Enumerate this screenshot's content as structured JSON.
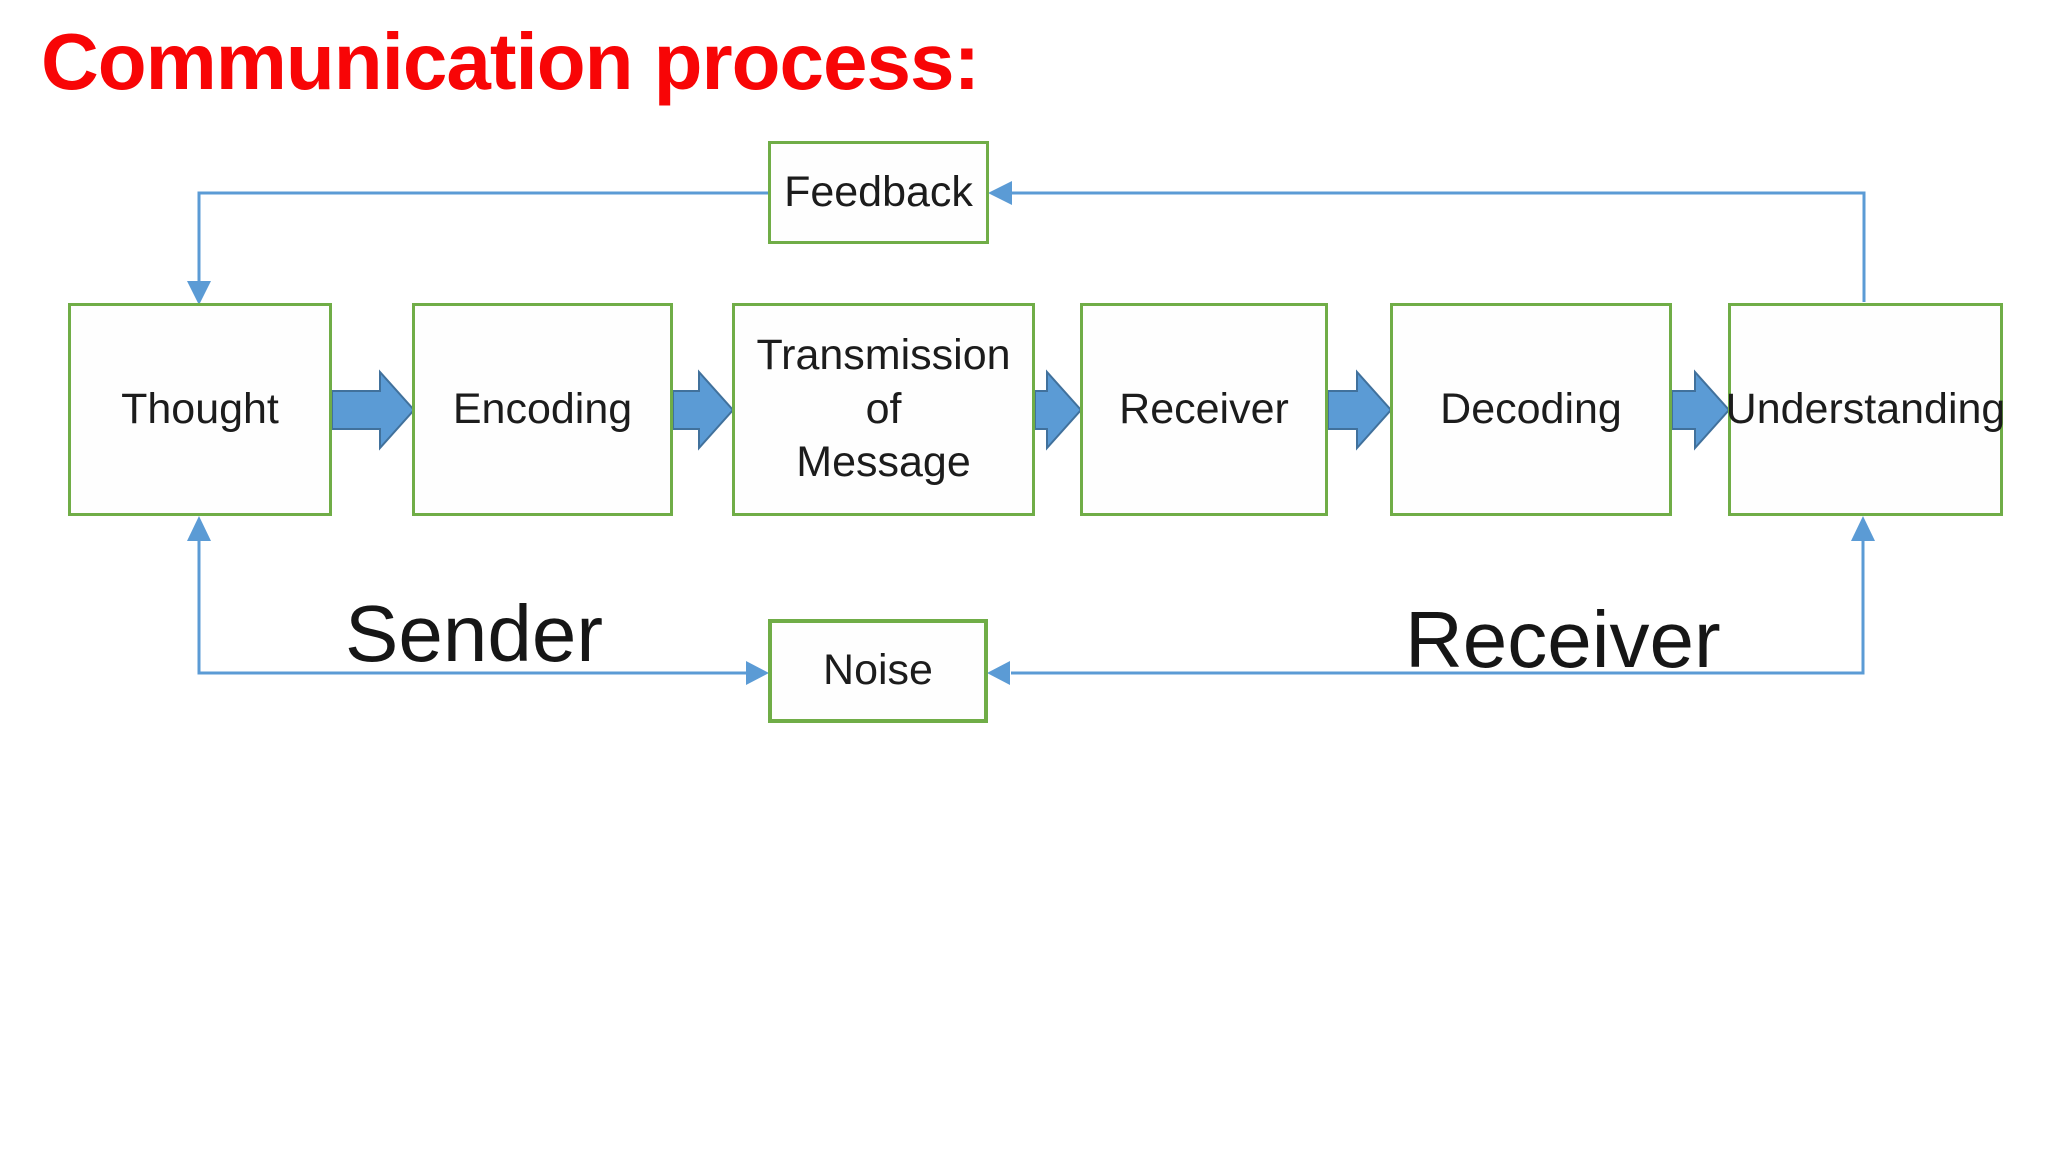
{
  "title": "Communication process:",
  "diagram": {
    "stages": [
      {
        "label": "Thought"
      },
      {
        "label": "Encoding"
      },
      {
        "label": "Transmission of\nMessage"
      },
      {
        "label": "Receiver"
      },
      {
        "label": "Decoding"
      },
      {
        "label": "Understanding"
      }
    ],
    "feedback_label": "Feedback",
    "noise_label": "Noise",
    "sender_label": "Sender",
    "receiver_label": "Receiver"
  },
  "colors": {
    "title_red": "#f80506",
    "box_border_green": "#70ad47",
    "connector_blue": "#5b9bd5",
    "block_arrow_fill": "#5b9bd5",
    "block_arrow_outline": "#41719c",
    "text": "#1c1c1c"
  }
}
